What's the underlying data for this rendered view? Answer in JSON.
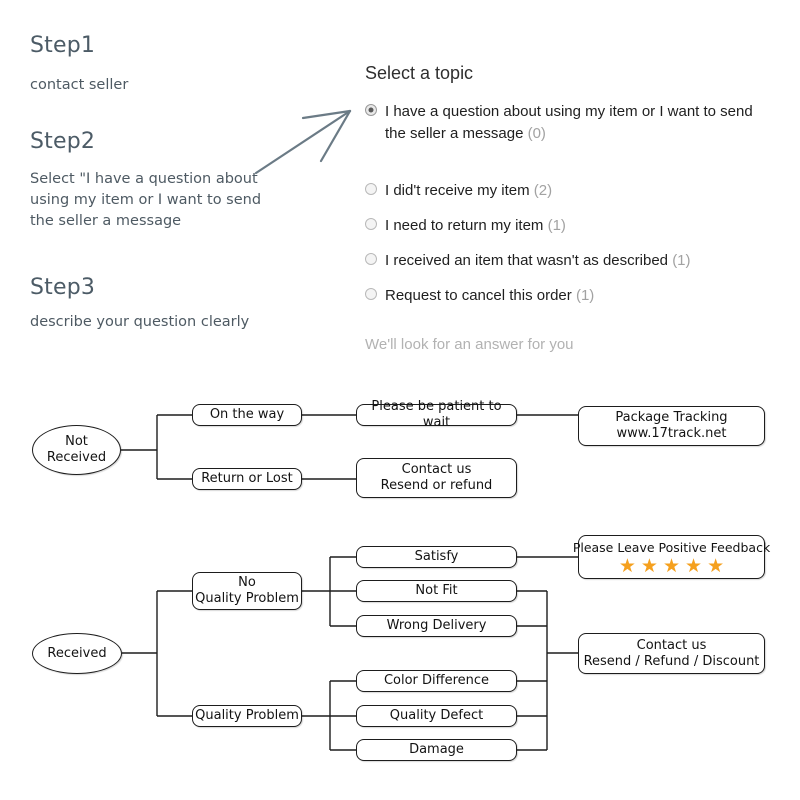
{
  "steps": [
    {
      "heading": "Step1",
      "body": "contact seller"
    },
    {
      "heading": "Step2",
      "body": "Select \"I have a question about\nusing my item or I want to send\nthe seller a message"
    },
    {
      "heading": "Step3",
      "body": "describe your question clearly"
    }
  ],
  "topic_panel": {
    "title": "Select a topic",
    "footnote": "We'll look for an answer for you",
    "options": [
      {
        "label": "I have a question about using my\nitem or I want to send the seller\na message",
        "count": "(0)",
        "selected": true
      },
      {
        "label": "I did't receive my item",
        "count": "(2)",
        "selected": false
      },
      {
        "label": "I need to return my item",
        "count": "(1)",
        "selected": false
      },
      {
        "label": "I received an item that wasn't as described",
        "count": "(1)",
        "selected": false
      },
      {
        "label": "Request to cancel this order",
        "count": "(1)",
        "selected": false
      }
    ]
  },
  "flowchart_not_received": {
    "root": "Not\nReceived",
    "branches": [
      {
        "label": "On the way",
        "action": "Please be patient to wait",
        "result": "Package Tracking\nwww.17track.net"
      },
      {
        "label": "Return or Lost",
        "action": "Contact us\nResend or refund",
        "result": ""
      }
    ]
  },
  "flowchart_received": {
    "root": "Received",
    "groups": [
      {
        "label": "No\nQuality Problem",
        "items": [
          "Satisfy",
          "Not Fit",
          "Wrong Delivery"
        ]
      },
      {
        "label": "Quality Problem",
        "items": [
          "Color Difference",
          "Quality Defect",
          "Damage"
        ]
      }
    ],
    "feedback": {
      "text": "Please Leave Positive Feedback",
      "stars": 5,
      "star_color": "#f5a01e",
      "star_glyph": "★"
    },
    "outcome": "Contact us\nResend / Refund / Discount"
  },
  "colors": {
    "step_heading": "#4c5b66",
    "step_body": "#4e5a63",
    "node_border": "#1d1d1d",
    "muted": "#a2a2a2",
    "arrow": "#6b7b86"
  }
}
